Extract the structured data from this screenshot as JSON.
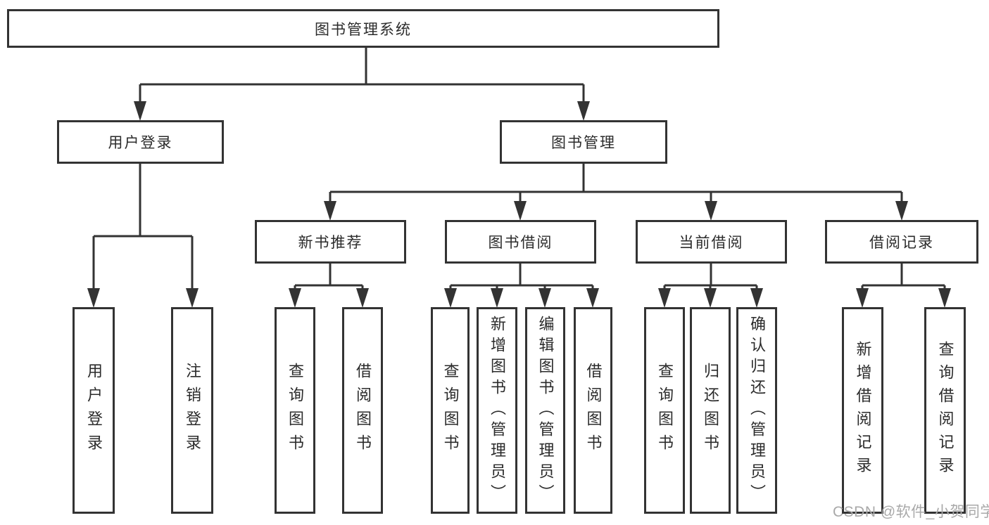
{
  "colors": {
    "line": "#333333",
    "text": "#2b2b2b",
    "bg": "#ffffff",
    "watermark": "#a9a9a9"
  },
  "tree": {
    "label": "图书管理系统",
    "children": [
      {
        "label": "用户登录",
        "children": [
          {
            "label": "用户登录"
          },
          {
            "label": "注销登录"
          }
        ]
      },
      {
        "label": "图书管理",
        "children": [
          {
            "label": "新书推荐",
            "children": [
              {
                "label": "查询图书"
              },
              {
                "label": "借阅图书"
              }
            ]
          },
          {
            "label": "图书借阅",
            "children": [
              {
                "label": "查询图书"
              },
              {
                "label": "新增图书（管理员）"
              },
              {
                "label": "编辑图书（管理员）"
              },
              {
                "label": "借阅图书"
              }
            ]
          },
          {
            "label": "当前借阅",
            "children": [
              {
                "label": "查询图书"
              },
              {
                "label": "归还图书"
              },
              {
                "label": "确认归还（管理员）"
              }
            ]
          },
          {
            "label": "借阅记录",
            "children": [
              {
                "label": "新增借阅记录"
              },
              {
                "label": "查询借阅记录"
              }
            ]
          }
        ]
      }
    ]
  },
  "watermark": "CSDN @软件_小贺同学"
}
